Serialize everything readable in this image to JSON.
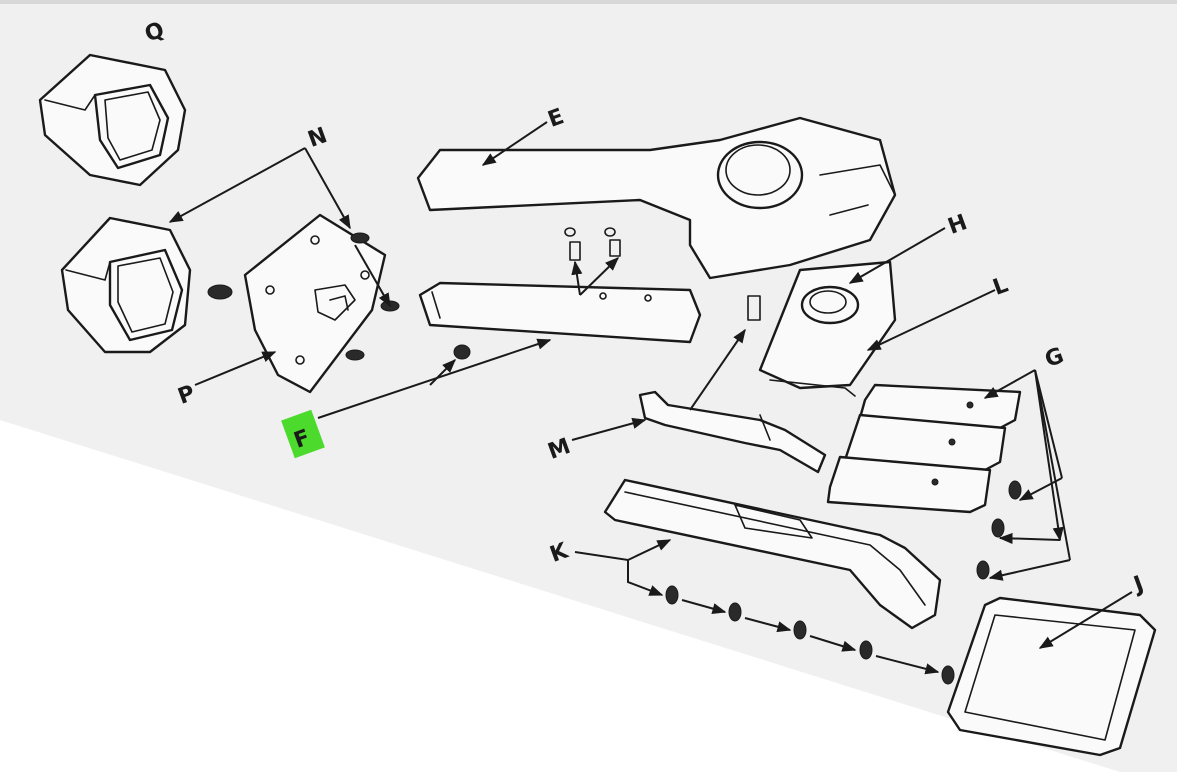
{
  "diagram": {
    "labels": {
      "Q": "Q",
      "N": "N",
      "E": "E",
      "H": "H",
      "L": "L",
      "G": "G",
      "P": "P",
      "F": "F",
      "M": "M",
      "K": "K",
      "J": "J"
    },
    "highlight_color": "#4cdb2c",
    "highlighted_label": "F"
  }
}
